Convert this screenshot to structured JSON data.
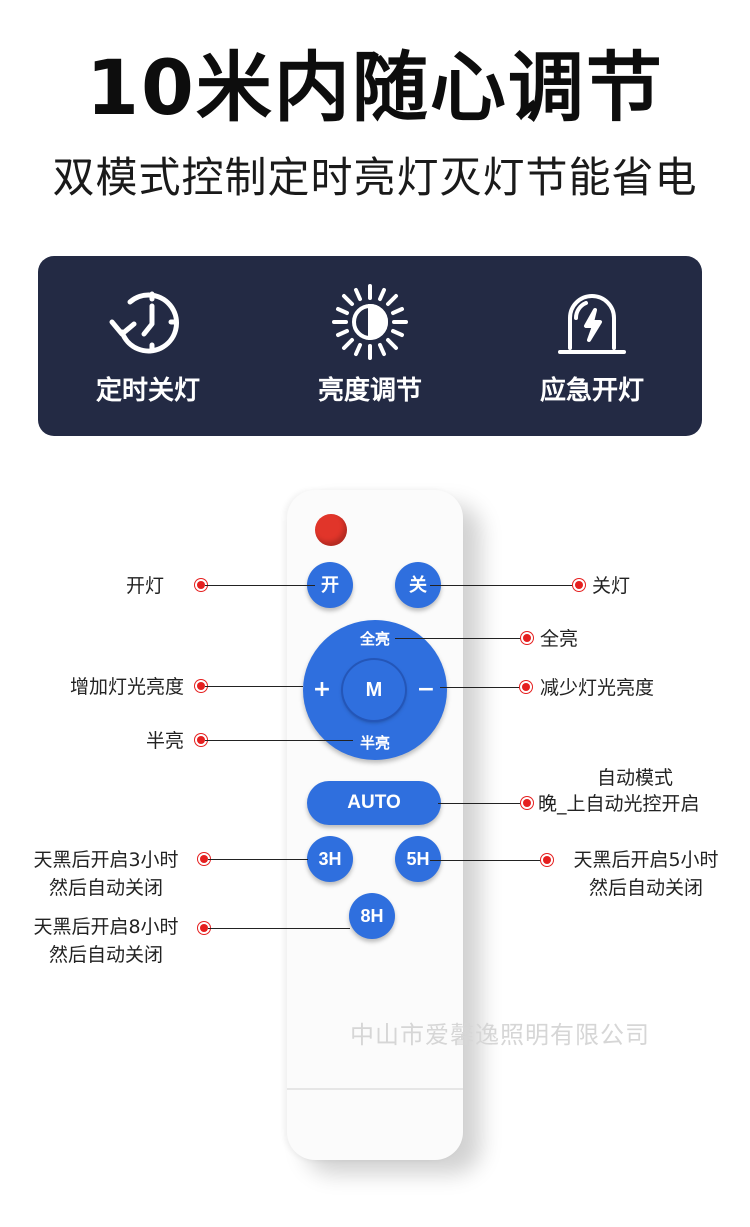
{
  "header": {
    "title": "10米内随心调节",
    "subtitle": "双模式控制定时亮灯灭灯节能省电"
  },
  "features": [
    {
      "label": "定时关灯",
      "icon": "timer-clock-icon"
    },
    {
      "label": "亮度调节",
      "icon": "brightness-sun-icon"
    },
    {
      "label": "应急开灯",
      "icon": "emergency-light-icon"
    }
  ],
  "remote": {
    "power_icon": "power-button-icon",
    "on_button": "开",
    "off_button": "关",
    "full_bright": "全亮",
    "plus": "+",
    "minus": "−",
    "m_button": "M",
    "half_bright": "半亮",
    "auto_button": "AUTO",
    "btn_3h": "3H",
    "btn_5h": "5H",
    "btn_8h": "8H"
  },
  "callouts": {
    "on_light": "开灯",
    "off_light": "关灯",
    "full_bright": "全亮",
    "increase": "增加灯光亮度",
    "decrease": "减少灯光亮度",
    "half_bright": "半亮",
    "auto_line1": "自动模式",
    "auto_line2": "晚_上自动光控开启",
    "h3_line1": "天黑后开启3小时",
    "h3_line2": "然后自动关闭",
    "h5_line1": "天黑后开启5小时",
    "h5_line2": "然后自动关闭",
    "h8_line1": "天黑后开启8小时",
    "h8_line2": "然后自动关闭"
  },
  "watermark": "中山市爱馨逸照明有限公司",
  "colors": {
    "panel": "#232a44",
    "button_blue": "#2f6fde",
    "power_red": "#e1352a",
    "dot_red": "#e51f1f"
  }
}
